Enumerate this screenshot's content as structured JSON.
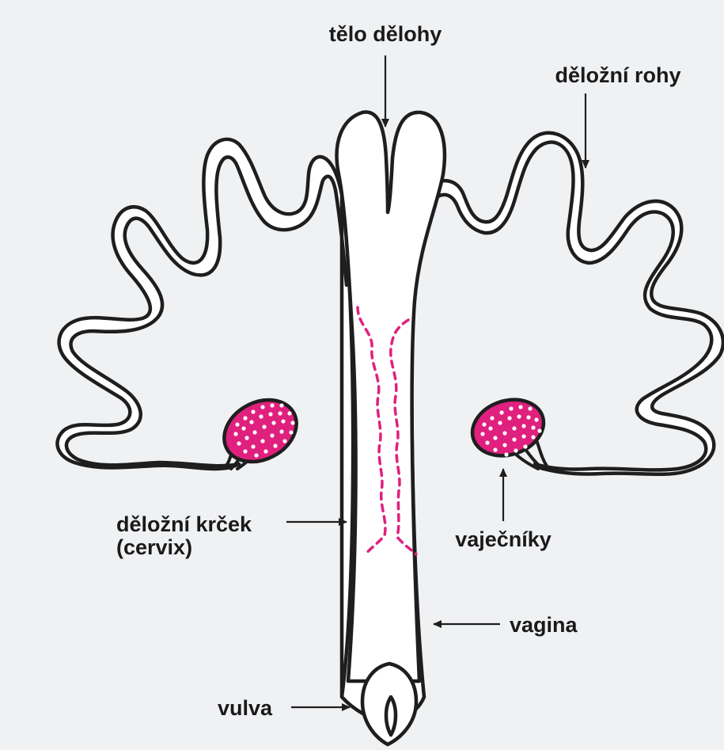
{
  "labels": {
    "uterus_body": "tělo dělohy",
    "uterine_horns": "děložní rohy",
    "cervix_line1": "děložní krček",
    "cervix_line2": "(cervix)",
    "ovaries": "vaječníky",
    "vagina": "vagina",
    "vulva": "vulva"
  },
  "colors": {
    "background": "#f0f1f3",
    "outline": "#1e1e1e",
    "ovary_fill": "#e0207e",
    "cervix_dash": "#e0207e"
  }
}
